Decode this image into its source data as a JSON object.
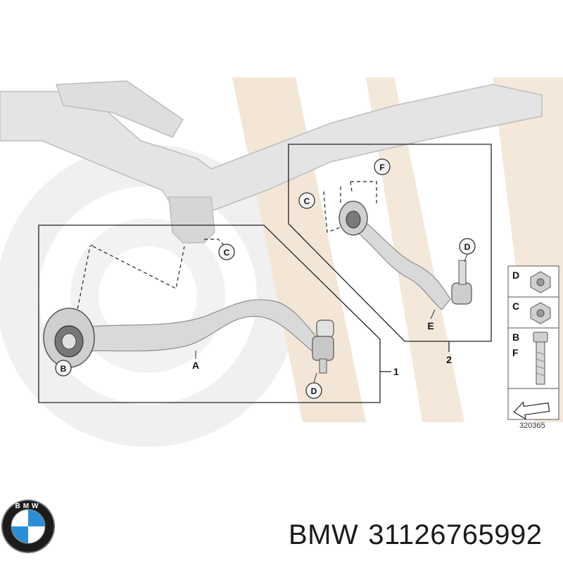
{
  "callouts": {
    "group_1_number": "1",
    "group_2_number": "2",
    "part_a": "A",
    "part_e": "E",
    "part_b": "B",
    "part_c": "C",
    "part_d": "D",
    "part_f": "F"
  },
  "legend": {
    "rows": [
      {
        "letters": "D"
      },
      {
        "letters": "C"
      },
      {
        "letters": "B"
      },
      {
        "letters": "F"
      }
    ]
  },
  "diagram_number": "320365",
  "footer": {
    "brand": "BMW",
    "part_number": "31126765992"
  },
  "logo": {
    "text": "BMW",
    "colors": {
      "ring": "#1c1c1c",
      "blue": "#2c8fd6",
      "white": "#ffffff"
    }
  },
  "colors": {
    "watermark": "#efe2d2",
    "watermark_gray": "#efefef",
    "frame_line": "#222222",
    "part_fill": "#d8d8d8"
  }
}
